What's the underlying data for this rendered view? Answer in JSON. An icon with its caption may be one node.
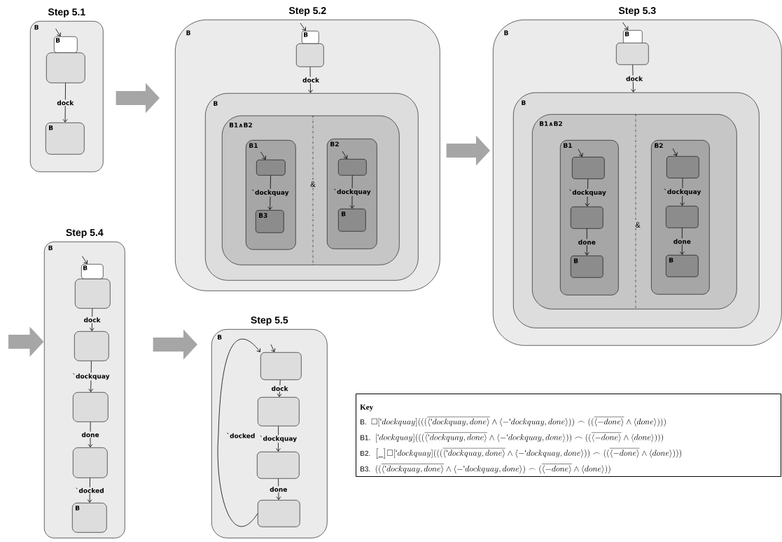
{
  "diagram": {
    "nodes": [
      {
        "text": [
          "Step 5.1",
          "B"
        ]
      },
      {
        "text": [
          "B"
        ],
        "in": 0
      },
      {
        "text": [],
        "shape": "box",
        "in": 0
      },
      {
        "text": [
          "B"
        ],
        "in": 0
      },
      {
        "text": [
          "Step 5.2",
          "B"
        ]
      },
      {
        "text": [
          "B"
        ],
        "in": 4
      },
      {
        "text": [],
        "shape": "box",
        "in": 4
      },
      {
        "text": [
          "B"
        ],
        "in": 4
      },
      {
        "text": [
          "B1∧B2"
        ],
        "in": 7
      },
      {
        "text": [
          "B1"
        ],
        "in": 8
      },
      {
        "text": [],
        "shape": "box",
        "in": 9
      },
      {
        "text": [
          "B3"
        ],
        "in": 9
      },
      {
        "text": [
          "B2"
        ],
        "in": 8
      },
      {
        "text": [],
        "shape": "box",
        "in": 12
      },
      {
        "text": [
          "B"
        ],
        "in": 12
      },
      {
        "text": [
          "Step 5.3",
          "B"
        ]
      },
      {
        "text": [
          "B"
        ],
        "in": 15
      },
      {
        "text": [],
        "shape": "box",
        "in": 15
      },
      {
        "text": [
          "B"
        ],
        "in": 15
      },
      {
        "text": [
          "B1∧B2"
        ],
        "in": 18
      },
      {
        "text": [
          "B1"
        ],
        "in": 19
      },
      {
        "text": [],
        "shape": "box",
        "in": 20
      },
      {
        "text": [],
        "shape": "box",
        "in": 20
      },
      {
        "text": [
          "B"
        ],
        "in": 20
      },
      {
        "text": [
          "B2"
        ],
        "in": 19
      },
      {
        "text": [],
        "shape": "box",
        "in": 24
      },
      {
        "text": [],
        "shape": "box",
        "in": 24
      },
      {
        "text": [
          "B"
        ],
        "in": 24
      },
      {
        "text": [
          "Step 5.4",
          "B"
        ]
      },
      {
        "text": [
          "B"
        ],
        "in": 28
      },
      {
        "text": [],
        "shape": "box",
        "in": 28
      },
      {
        "text": [],
        "shape": "box",
        "in": 28
      },
      {
        "text": [],
        "shape": "box",
        "in": 28
      },
      {
        "text": [],
        "shape": "box",
        "in": 28
      },
      {
        "text": [
          "B"
        ],
        "in": 28
      },
      {
        "text": [
          "Step 5.5",
          "B"
        ]
      },
      {
        "text": [],
        "shape": "box",
        "in": 35
      },
      {
        "text": [],
        "shape": "box",
        "in": 35
      },
      {
        "text": [],
        "shape": "box",
        "in": 35
      },
      {
        "text": [],
        "shape": "box",
        "in": 35
      },
      {
        "text": [
          "Key",
          "B.",
          "\\Box[`dockquay](((\\overline{\\langle `dockquay, done\\rangle}\\wedge\\langle -`dockquay, done\\rangle))\\frown((\\overline{\\langle -done\\rangle}\\wedge\\langle done\\rangle)))",
          "B1.",
          "[`dockquay](((\\overline{\\langle `dockquay, done\\rangle}\\wedge\\langle -`dockquay, done\\rangle))\\frown((\\overline{\\langle -done\\rangle}\\wedge\\langle done\\rangle)))",
          "B2.",
          "\\big[\\_\\big]\\Box[`dockquay](((\\overline{\\langle `dockquay, done\\rangle}\\wedge\\langle -`dockquay, done\\rangle))\\frown((\\overline{\\langle -done\\rangle}\\wedge\\langle done\\rangle)))",
          "B3.",
          "((\\overline{\\langle `dockquay, done\\rangle}\\wedge\\langle -`dockquay, done\\rangle)\\frown(\\overline{\\langle -done\\rangle}\\wedge\\langle done\\rangle))"
        ]
      }
    ],
    "edges": [
      {
        "from": null,
        "to": 1,
        "arrow": "to"
      },
      {
        "from": 2,
        "to": 3,
        "arrow": "to",
        "label": "dock"
      },
      {
        "from": 0,
        "to": 4,
        "arrow": "to",
        "style": "thick",
        "color": "#a6a6a6"
      },
      {
        "from": null,
        "to": 5,
        "arrow": "to"
      },
      {
        "from": 6,
        "to": 7,
        "arrow": "to",
        "label": "dock"
      },
      {
        "from": null,
        "to": 10,
        "arrow": "to"
      },
      {
        "from": 10,
        "to": 11,
        "arrow": "to",
        "label": "`dockquay"
      },
      {
        "from": null,
        "to": 13,
        "arrow": "to"
      },
      {
        "from": 13,
        "to": 14,
        "arrow": "to",
        "label": "`dockquay"
      },
      {
        "from": 4,
        "to": 15,
        "arrow": "to",
        "style": "thick",
        "color": "#a6a6a6"
      },
      {
        "from": null,
        "to": 16,
        "arrow": "to"
      },
      {
        "from": 17,
        "to": 18,
        "arrow": "to",
        "label": "dock"
      },
      {
        "from": null,
        "to": 21,
        "arrow": "to"
      },
      {
        "from": 21,
        "to": 22,
        "arrow": "to",
        "label": "`dockquay"
      },
      {
        "from": 22,
        "to": 23,
        "arrow": "to",
        "label": "done"
      },
      {
        "from": null,
        "to": 25,
        "arrow": "to"
      },
      {
        "from": 25,
        "to": 26,
        "arrow": "to",
        "label": "`dockquay"
      },
      {
        "from": 26,
        "to": 27,
        "arrow": "to",
        "label": "done"
      },
      {
        "from": null,
        "to": 28,
        "arrow": "to",
        "style": "thick",
        "color": "#a6a6a6"
      },
      {
        "from": null,
        "to": 29,
        "arrow": "to"
      },
      {
        "from": 30,
        "to": 31,
        "arrow": "to",
        "label": "dock"
      },
      {
        "from": 31,
        "to": 32,
        "arrow": "to",
        "label": "`dockquay"
      },
      {
        "from": 32,
        "to": 33,
        "arrow": "to",
        "label": "done"
      },
      {
        "from": 33,
        "to": 34,
        "arrow": "to",
        "label": "`docked"
      },
      {
        "from": 28,
        "to": 35,
        "arrow": "to",
        "style": "thick",
        "color": "#a6a6a6"
      },
      {
        "from": null,
        "to": 36,
        "arrow": "to"
      },
      {
        "from": 36,
        "to": 37,
        "arrow": "to",
        "label": "dock"
      },
      {
        "from": 37,
        "to": 38,
        "arrow": "to",
        "label": "`dockquay"
      },
      {
        "from": 38,
        "to": 39,
        "arrow": "to",
        "label": "done"
      },
      {
        "from": 39,
        "to": 36,
        "arrow": "to",
        "label": "`docked"
      }
    ],
    "labels": [
      "&",
      "&"
    ]
  }
}
